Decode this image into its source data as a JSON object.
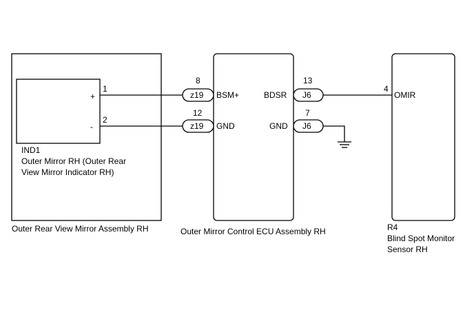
{
  "left_assembly": {
    "caption": "Outer Rear View Mirror Assembly RH",
    "indicator": {
      "ref": "IND1",
      "name_line1": "Outer Mirror RH (Outer Rear",
      "name_line2": "View Mirror Indicator RH)",
      "plus_sign": "+",
      "minus_sign": "-"
    }
  },
  "ecu": {
    "caption": "Outer Mirror Control ECU Assembly RH",
    "left_terminals": [
      {
        "pin": "8",
        "connector": "z19",
        "label": "BSM+"
      },
      {
        "pin": "12",
        "connector": "z19",
        "label": "GND"
      }
    ],
    "right_terminals": [
      {
        "pin": "13",
        "connector": "J6",
        "label": "BDSR"
      },
      {
        "pin": "7",
        "connector": "J6",
        "label": "GND"
      }
    ]
  },
  "indicator_pins": [
    "1",
    "2"
  ],
  "sensor": {
    "ref": "R4",
    "name_line1": "Blind Spot Monitor",
    "name_line2": "Sensor RH",
    "pin": "4",
    "label": "OMIR"
  }
}
